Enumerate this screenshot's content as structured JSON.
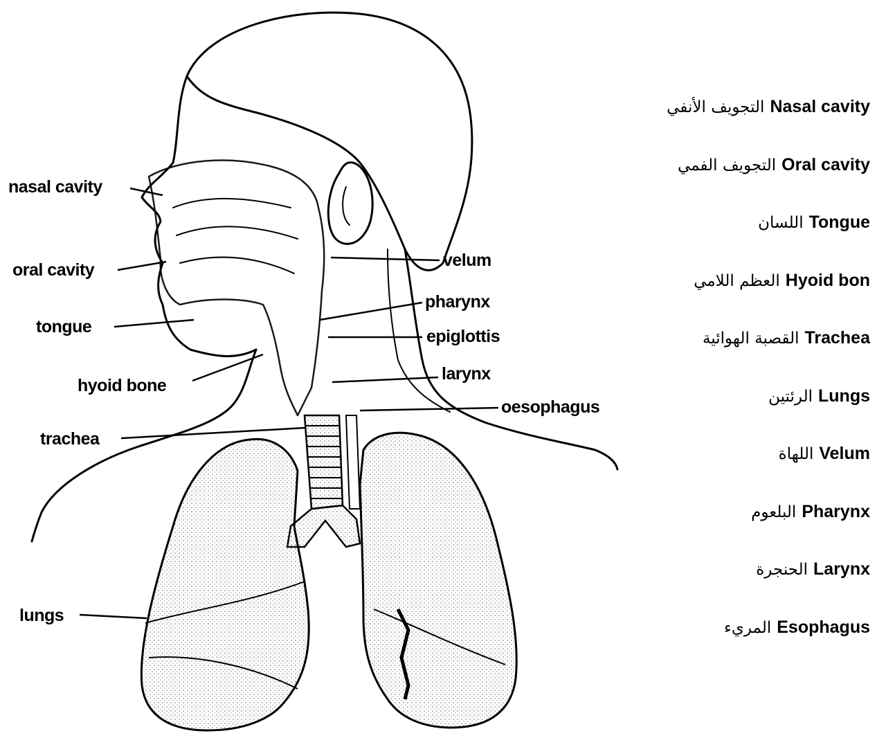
{
  "labels": {
    "nasal_cavity": "nasal cavity",
    "oral_cavity": "oral cavity",
    "tongue": "tongue",
    "hyoid_bone": "hyoid bone",
    "trachea": "trachea",
    "lungs": "lungs",
    "velum": "velum",
    "pharynx": "pharynx",
    "epiglottis": "epiglottis",
    "larynx": "larynx",
    "oesophagus": "oesophagus"
  },
  "legend": [
    {
      "arabic": "التجويف الأنفي",
      "english": "Nasal cavity"
    },
    {
      "arabic": "التجويف الفمي",
      "english": "Oral cavity"
    },
    {
      "arabic": "اللسان",
      "english": "Tongue"
    },
    {
      "arabic": "العظم اللامي",
      "english": "Hyoid bon"
    },
    {
      "arabic": "القصبة الهوائية",
      "english": "Trachea"
    },
    {
      "arabic": "الرئتين",
      "english": "Lungs"
    },
    {
      "arabic": "اللهاة",
      "english": "Velum"
    },
    {
      "arabic": "البلعوم",
      "english": "Pharynx"
    },
    {
      "arabic": "الحنجرة",
      "english": "Larynx"
    },
    {
      "arabic": "المريء",
      "english": "Esophagus"
    }
  ],
  "colors": {
    "ink": "#000000",
    "paper": "#ffffff",
    "stipple": "#6b6b6b"
  }
}
